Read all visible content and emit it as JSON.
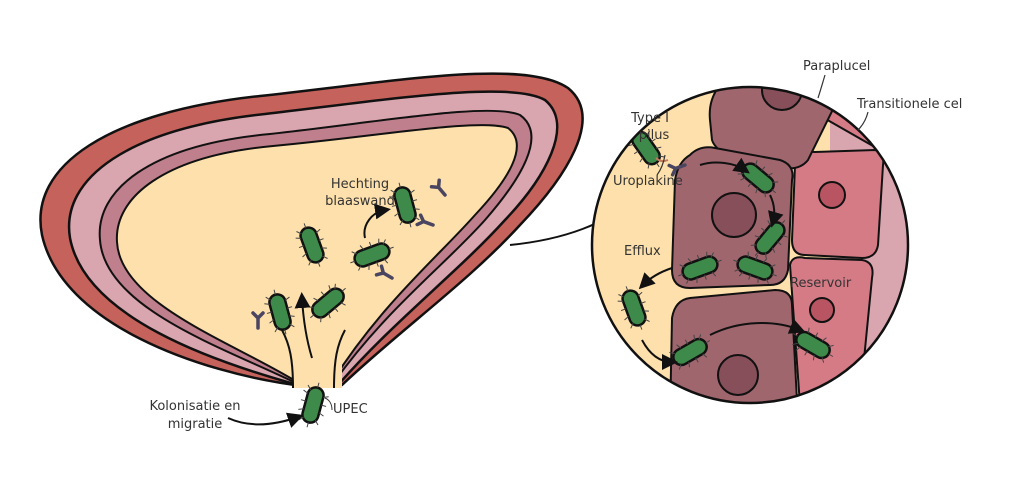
{
  "labels": {
    "paraplucel": "Paraplucel",
    "transitionele_cel": "Transitionele cel",
    "type1_line1": "Type I",
    "type1_line2": "pilus",
    "uroplakine": "Uroplakine",
    "efflux": "Efflux",
    "reservoir": "Reservoir",
    "hechting_line1": "Hechting",
    "hechting_line2": "blaaswand",
    "kolonisatie_line1": "Kolonisatie en",
    "kolonisatie_line2": "migratie",
    "upec": "UPEC"
  },
  "colors": {
    "bladder_outer": "#c5625c",
    "bladder_inner": "#d9a5ae",
    "lumen": "#fde0ab",
    "umbrella_cell": "#a0666e",
    "nucleus_dark": "#864f5a",
    "transitional_cell": "#d57b86",
    "transitional_nucleus": "#b95562",
    "bacterium": "#3e8a4a"
  }
}
